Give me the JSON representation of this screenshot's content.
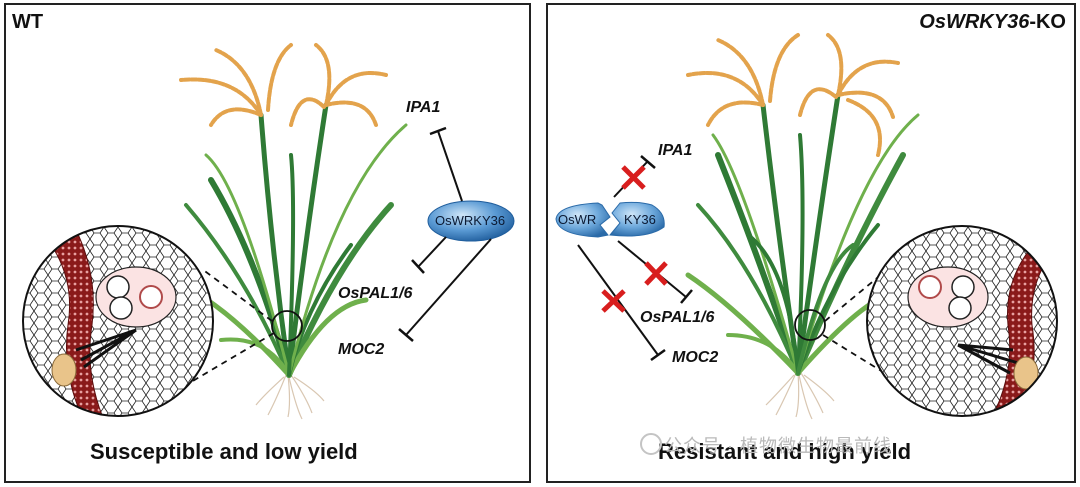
{
  "panels": {
    "wt": {
      "title": "WT",
      "caption": "Susceptible and low yield",
      "protein": "OsWRKY36",
      "genes": [
        "IPA1",
        "OsPAL1/6",
        "MOC2"
      ]
    },
    "ko": {
      "title_italic": "OsWRKY36",
      "title_suffix": "-KO",
      "caption": "Resistant and high yield",
      "protein_left": "OsWR",
      "protein_right": "KY36",
      "genes": [
        "IPA1",
        "OsPAL1/6",
        "MOC2"
      ]
    }
  },
  "watermark": "公众号 · 植物微生物最前线",
  "colors": {
    "protein_fill": "#3f86c9",
    "protein_highlight": "#a9d2f2",
    "block_mark": "#d81e1e",
    "leaf_dark": "#2f7a35",
    "leaf_light": "#6fb04c",
    "panicle": "#e3a34c",
    "xylem_red": "#8a1a1a"
  }
}
